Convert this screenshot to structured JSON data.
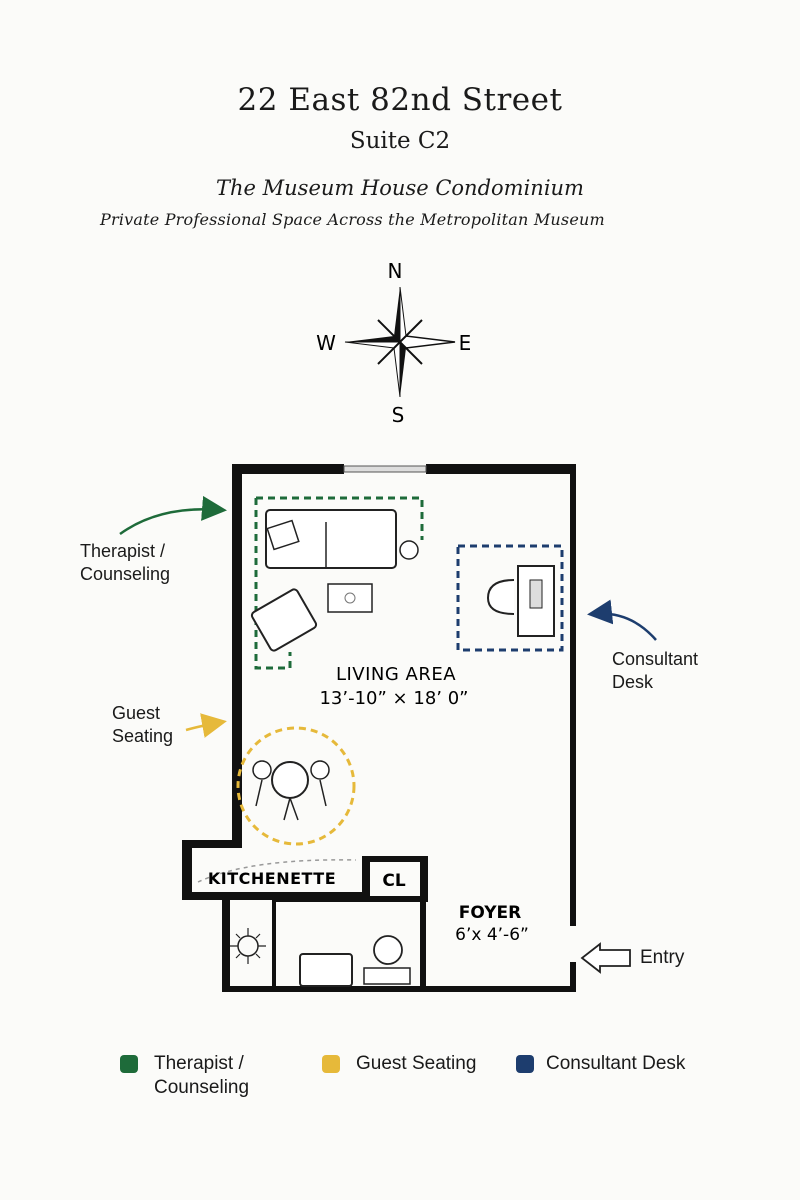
{
  "header": {
    "address": "22 East 82nd Street",
    "suite": "Suite C2",
    "building": "The Museum House Condominium",
    "tagline": "Private Professional Space Across the Metropolitan Museum"
  },
  "compass": {
    "north": "N",
    "south": "S",
    "east": "E",
    "west": "W"
  },
  "rooms": {
    "living_name": "LIVING AREA",
    "living_dims": "13’-10” × 18’ 0”",
    "kitchenette": "KITCHENETTE",
    "closet": "CL",
    "foyer_name": "FOYER",
    "foyer_dims": "6’x 4’-6”"
  },
  "callouts": {
    "therapist_line1": "Therapist /",
    "therapist_line2": "Counseling",
    "guest_line1": "Guest",
    "guest_line2": "Seating",
    "consultant_line1": "Consultant",
    "consultant_line2": "Desk",
    "entry": "Entry"
  },
  "legend": {
    "therapist_line1": "Therapist /",
    "therapist_line2": "Counseling",
    "guest": "Guest Seating",
    "consultant": "Consultant Desk"
  },
  "colors": {
    "therapist": "#1e6b3a",
    "guest": "#e6b93a",
    "consultant": "#1d3d6e",
    "wall": "#111111"
  }
}
